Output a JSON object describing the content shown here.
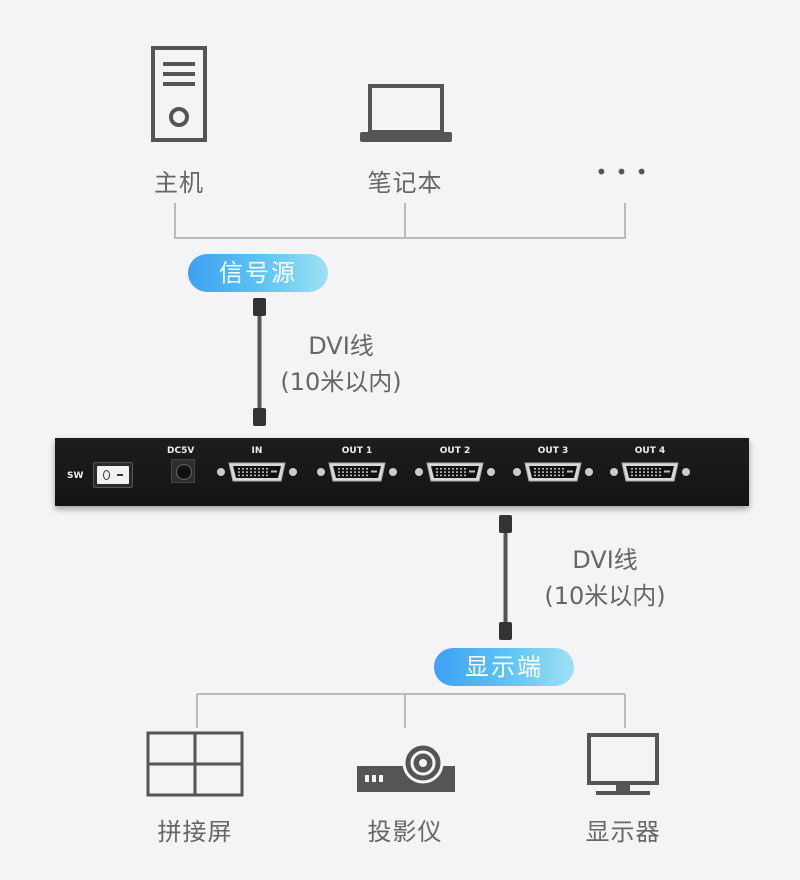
{
  "sources": {
    "items": [
      {
        "label": "主机",
        "icon": "desktop-tower-icon"
      },
      {
        "label": "笔记本",
        "icon": "laptop-icon"
      },
      {
        "label": "• • •",
        "icon": "ellipsis-icon"
      }
    ],
    "badge": "信号源"
  },
  "cable_top": {
    "line1": "DVI线",
    "line2": "(10米以内)"
  },
  "device": {
    "sw_label": "SW",
    "power_label": "DC5V",
    "ports": [
      "IN",
      "OUT 1",
      "OUT 2",
      "OUT 3",
      "OUT 4"
    ]
  },
  "cable_bottom": {
    "line1": "DVI线",
    "line2": "(10米以内)"
  },
  "displays": {
    "badge": "显示端",
    "items": [
      {
        "label": "拼接屏",
        "icon": "video-wall-icon"
      },
      {
        "label": "投影仪",
        "icon": "projector-icon"
      },
      {
        "label": "显示器",
        "icon": "monitor-icon"
      }
    ]
  },
  "colors": {
    "icon": "#555555",
    "line": "#bbbbbb",
    "badge_start": "#3ea0f2",
    "badge_end": "#9fe0f3",
    "device": "#1a1a1a"
  }
}
